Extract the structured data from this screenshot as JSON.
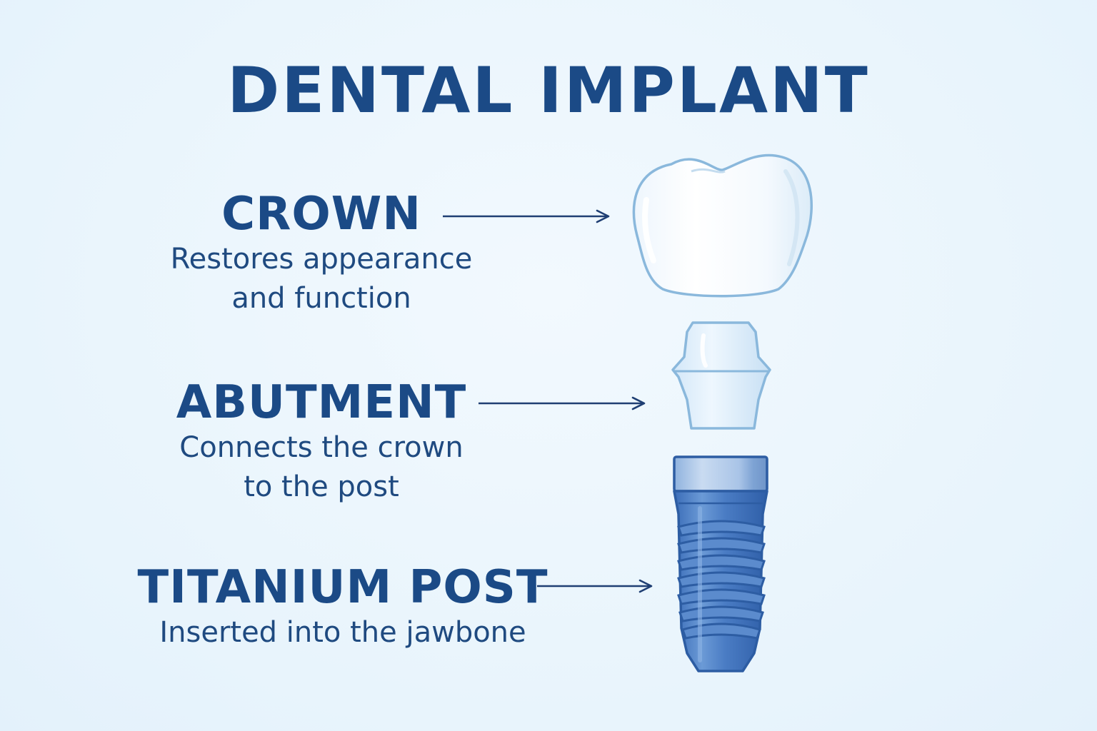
{
  "title": "DENTAL IMPLANT",
  "parts": {
    "crown": {
      "name": "CROWN",
      "desc_line1": "Restores appearance",
      "desc_line2": "and function"
    },
    "abutment": {
      "name": "ABUTMENT",
      "desc_line1": "Connects the crown",
      "desc_line2": "to the post"
    },
    "post": {
      "name": "TITANIUM POST",
      "desc_line1": "Inserted into the jawbone"
    }
  },
  "colors": {
    "text": "#1b4a86",
    "arrow": "#1f3f73",
    "crown_fill": "#ffffff",
    "crown_outline": "#8ab8dc",
    "abutment_fill": "#dceefb",
    "post_fill": "#4a7cc4",
    "post_outline": "#2d5da3"
  }
}
